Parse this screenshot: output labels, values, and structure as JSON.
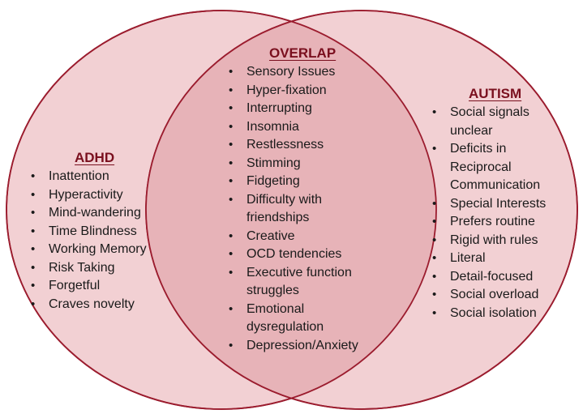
{
  "colors": {
    "circle_fill": "#f2d0d3",
    "circle_stroke": "#9b1c2e",
    "overlap_fill": "#e7b3b8",
    "heading_color": "#7a0f1e"
  },
  "adhd": {
    "title": "ADHD",
    "items": [
      "Inattention",
      "Hyperactivity",
      "Mind-wandering",
      "Time Blindness",
      "Working Memory",
      "Risk Taking",
      "Forgetful",
      "Craves novelty"
    ]
  },
  "overlap": {
    "title": "OVERLAP",
    "items": [
      "Sensory Issues",
      "Hyper-fixation",
      "Interrupting",
      "Insomnia",
      "Restlessness",
      "Stimming",
      "Fidgeting",
      "Difficulty with friendships",
      "Creative",
      "OCD tendencies",
      "Executive function struggles",
      "Emotional dysregulation",
      "Depression/Anxiety"
    ]
  },
  "autism": {
    "title": "AUTISM",
    "items": [
      "Social signals unclear",
      "Deficits in Reciprocal Communication",
      "Special Interests",
      "Prefers routine",
      "Rigid with rules",
      "Literal",
      "Detail-focused",
      "Social overload",
      "Social isolation"
    ]
  }
}
